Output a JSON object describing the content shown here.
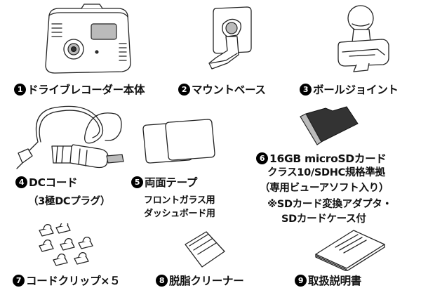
{
  "items": [
    {
      "number": "1",
      "label": "ドライブレコーダー本体"
    },
    {
      "number": "2",
      "label": "マウントベース"
    },
    {
      "number": "3",
      "label": "ボールジョイント"
    },
    {
      "number": "4",
      "label": "DCコード",
      "note": "（3極DCプラグ）"
    },
    {
      "number": "5",
      "label": "両面テープ",
      "notes": [
        "フロントガラス用",
        "ダッシュボード用"
      ]
    },
    {
      "number": "6",
      "label": "16GB microSDカード",
      "lines": [
        "クラス10/SDHC規格準拠",
        "（専用ビューアソフト入り）",
        "※SDカード変換アダプタ・",
        "SDカードケース付"
      ]
    },
    {
      "number": "7",
      "label": "コードクリップ×５"
    },
    {
      "number": "8",
      "label": "脱脂クリーナー"
    },
    {
      "number": "9",
      "label": "取扱説明書"
    }
  ]
}
